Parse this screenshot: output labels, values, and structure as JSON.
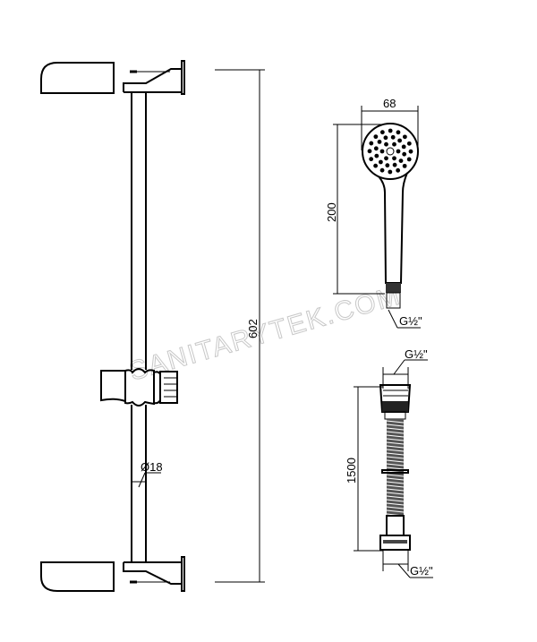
{
  "dimensions": {
    "rail_length": "602",
    "rod_diameter": "Ø18",
    "head_width": "68",
    "handshower_length": "200",
    "handshower_thread": "G½\"",
    "hose_length": "1500",
    "hose_thread_top": "G½\"",
    "hose_thread_bottom": "G½\""
  },
  "watermark": "SANITARYTEK.COM",
  "colors": {
    "line": "#000000",
    "watermark": "#c8c8c8"
  }
}
